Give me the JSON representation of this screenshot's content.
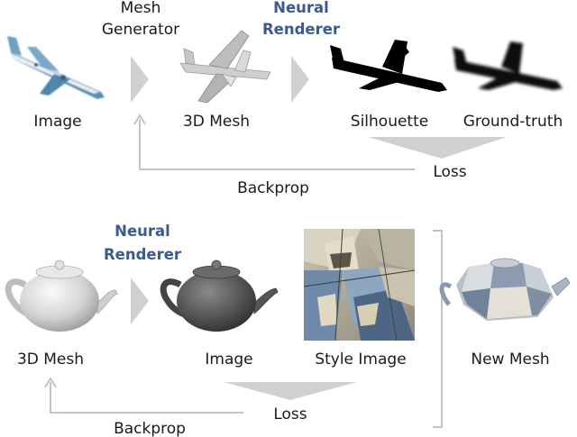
{
  "top_pipeline": {
    "mesh_generator_line1": "Mesh",
    "mesh_generator_line2": "Generator",
    "neural_renderer_line1": "Neural",
    "neural_renderer_line2": "Renderer",
    "image_label": "Image",
    "mesh_label": "3D Mesh",
    "silhouette_label": "Silhouette",
    "ground_truth_label": "Ground-truth",
    "loss_label": "Loss",
    "backprop_label": "Backprop"
  },
  "bottom_pipeline": {
    "neural_renderer_line1": "Neural",
    "neural_renderer_line2": "Renderer",
    "mesh_label": "3D Mesh",
    "image_label": "Image",
    "style_image_label": "Style Image",
    "new_mesh_label": "New Mesh",
    "loss_label": "Loss",
    "backprop_label": "Backprop"
  },
  "colors": {
    "accent_blue": "#3a5a92",
    "arrow_gray": "#d0d0d0",
    "line_gray": "#c4c4c4"
  },
  "icons": [
    "airplane-photo-icon",
    "airplane-mesh-icon",
    "airplane-silhouette-icon",
    "airplane-ground-truth-icon",
    "teapot-mesh-icon",
    "teapot-render-icon",
    "cubist-painting-icon",
    "styled-teapot-icon"
  ]
}
